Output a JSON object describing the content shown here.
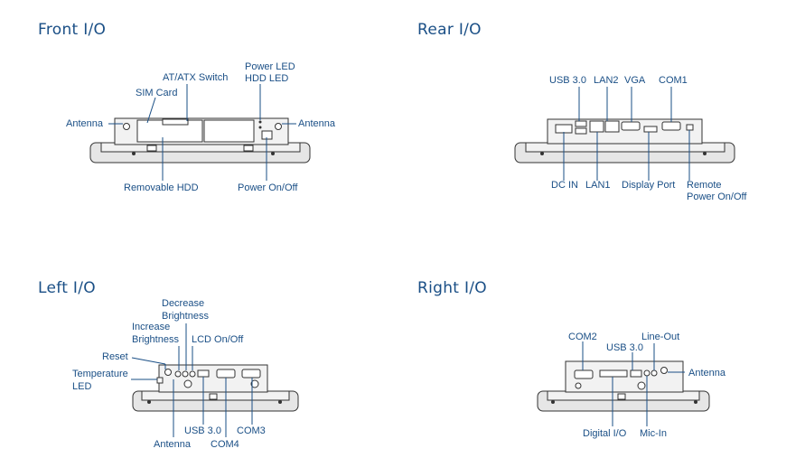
{
  "sections": {
    "front": {
      "title": "Front I/O",
      "labels": {
        "antenna_left": "Antenna",
        "sim_card": "SIM Card",
        "at_atx_switch": "AT/ATX Switch",
        "power_led": "Power LED",
        "hdd_led": "HDD LED",
        "antenna_right": "Antenna",
        "removable_hdd": "Removable HDD",
        "power_onoff": "Power On/Off"
      }
    },
    "rear": {
      "title": "Rear I/O",
      "labels": {
        "usb30": "USB 3.0",
        "lan2": "LAN2",
        "vga": "VGA",
        "com1": "COM1",
        "dc_in": "DC IN",
        "lan1": "LAN1",
        "display_port": "Display Port",
        "remote_1": "Remote",
        "remote_2": "Power On/Off"
      }
    },
    "left": {
      "title": "Left I/O",
      "labels": {
        "decrease_1": "Decrease",
        "decrease_2": "Brightness",
        "increase_1": "Increase",
        "increase_2": "Brightness",
        "lcd_onoff": "LCD On/Off",
        "reset": "Reset",
        "temp_1": "Temperature",
        "temp_2": "LED",
        "usb30": "USB 3.0",
        "com3": "COM3",
        "antenna": "Antenna",
        "com4": "COM4"
      }
    },
    "right": {
      "title": "Right I/O",
      "labels": {
        "com2": "COM2",
        "line_out": "Line-Out",
        "usb30": "USB 3.0",
        "antenna": "Antenna",
        "digital_io": "Digital I/O",
        "mic_in": "Mic-In"
      }
    }
  }
}
